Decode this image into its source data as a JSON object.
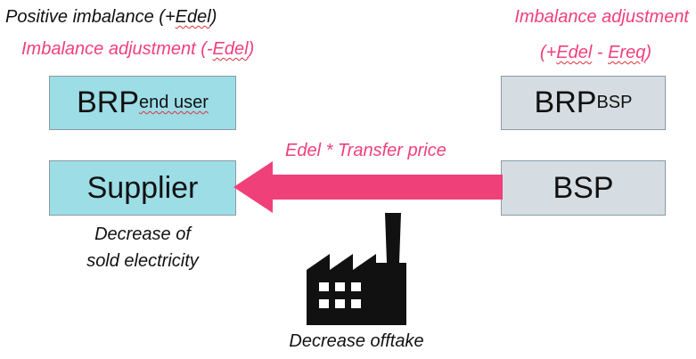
{
  "top_left": {
    "line1": {
      "before": "Positive imbalance (+",
      "term": "Edel",
      "after": ")"
    },
    "line2": {
      "before": "Imbalance adjustment (-",
      "term": "Edel",
      "after": ")"
    }
  },
  "top_right": {
    "line1": "Imbalance adjustment",
    "line2": {
      "before": "(+",
      "term1": "Edel",
      "middle": " - ",
      "term2": "Ereq",
      "after": ")"
    }
  },
  "boxes": {
    "brp_end_user": {
      "main": "BRP",
      "subscript": "end user"
    },
    "brp_bsp": {
      "main": "BRP",
      "subscript": "BSP"
    },
    "supplier": {
      "label": "Supplier"
    },
    "bsp": {
      "label": "BSP"
    }
  },
  "arrow": {
    "label": "Edel * Transfer price",
    "color": "#f0407a"
  },
  "supplier_note": {
    "line1": "Decrease of",
    "line2": "sold electricity"
  },
  "factory": {
    "caption": "Decrease offtake",
    "icon": "factory-icon"
  },
  "colors": {
    "accent": "#f0407a",
    "box_cyan": "#9cdde6",
    "box_grey": "#d6dde2"
  }
}
